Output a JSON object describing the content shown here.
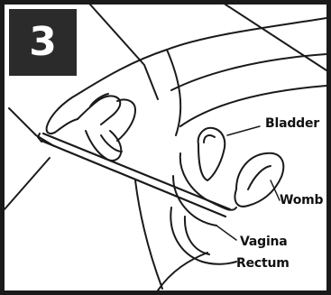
{
  "step": {
    "number": "3"
  },
  "labels": {
    "bladder": "Bladder",
    "womb": "Womb",
    "vagina": "Vagina",
    "rectum": "Rectum"
  },
  "colors": {
    "border": "#1a1a1a",
    "badge": "#2b2b2b",
    "line": "#1a1a1a"
  }
}
